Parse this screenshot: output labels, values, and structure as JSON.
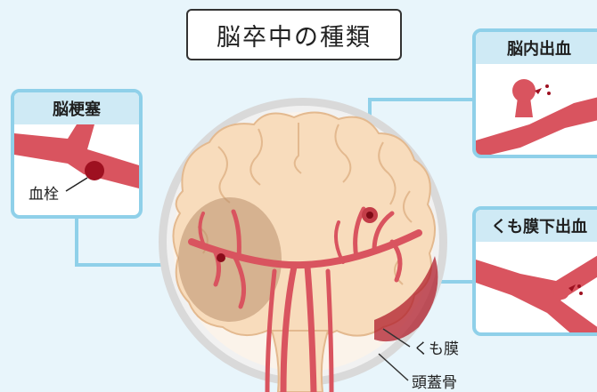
{
  "title": "脳卒中の種類",
  "panels": {
    "infarct": {
      "heading": "脳梗塞",
      "callout": "血栓"
    },
    "ich": {
      "heading": "脳内出血"
    },
    "sah": {
      "heading": "くも膜下出血"
    }
  },
  "labels": {
    "arachnoid": "くも膜",
    "skull": "頭蓋骨"
  },
  "colors": {
    "background": "#e8f5fb",
    "panel_border": "#8fd0e9",
    "panel_header": "#cfeaf5",
    "vessel": "#d9545f",
    "brain": "#f8dcbc",
    "skull": "#d8d8d8",
    "clot": "#9e1020"
  }
}
